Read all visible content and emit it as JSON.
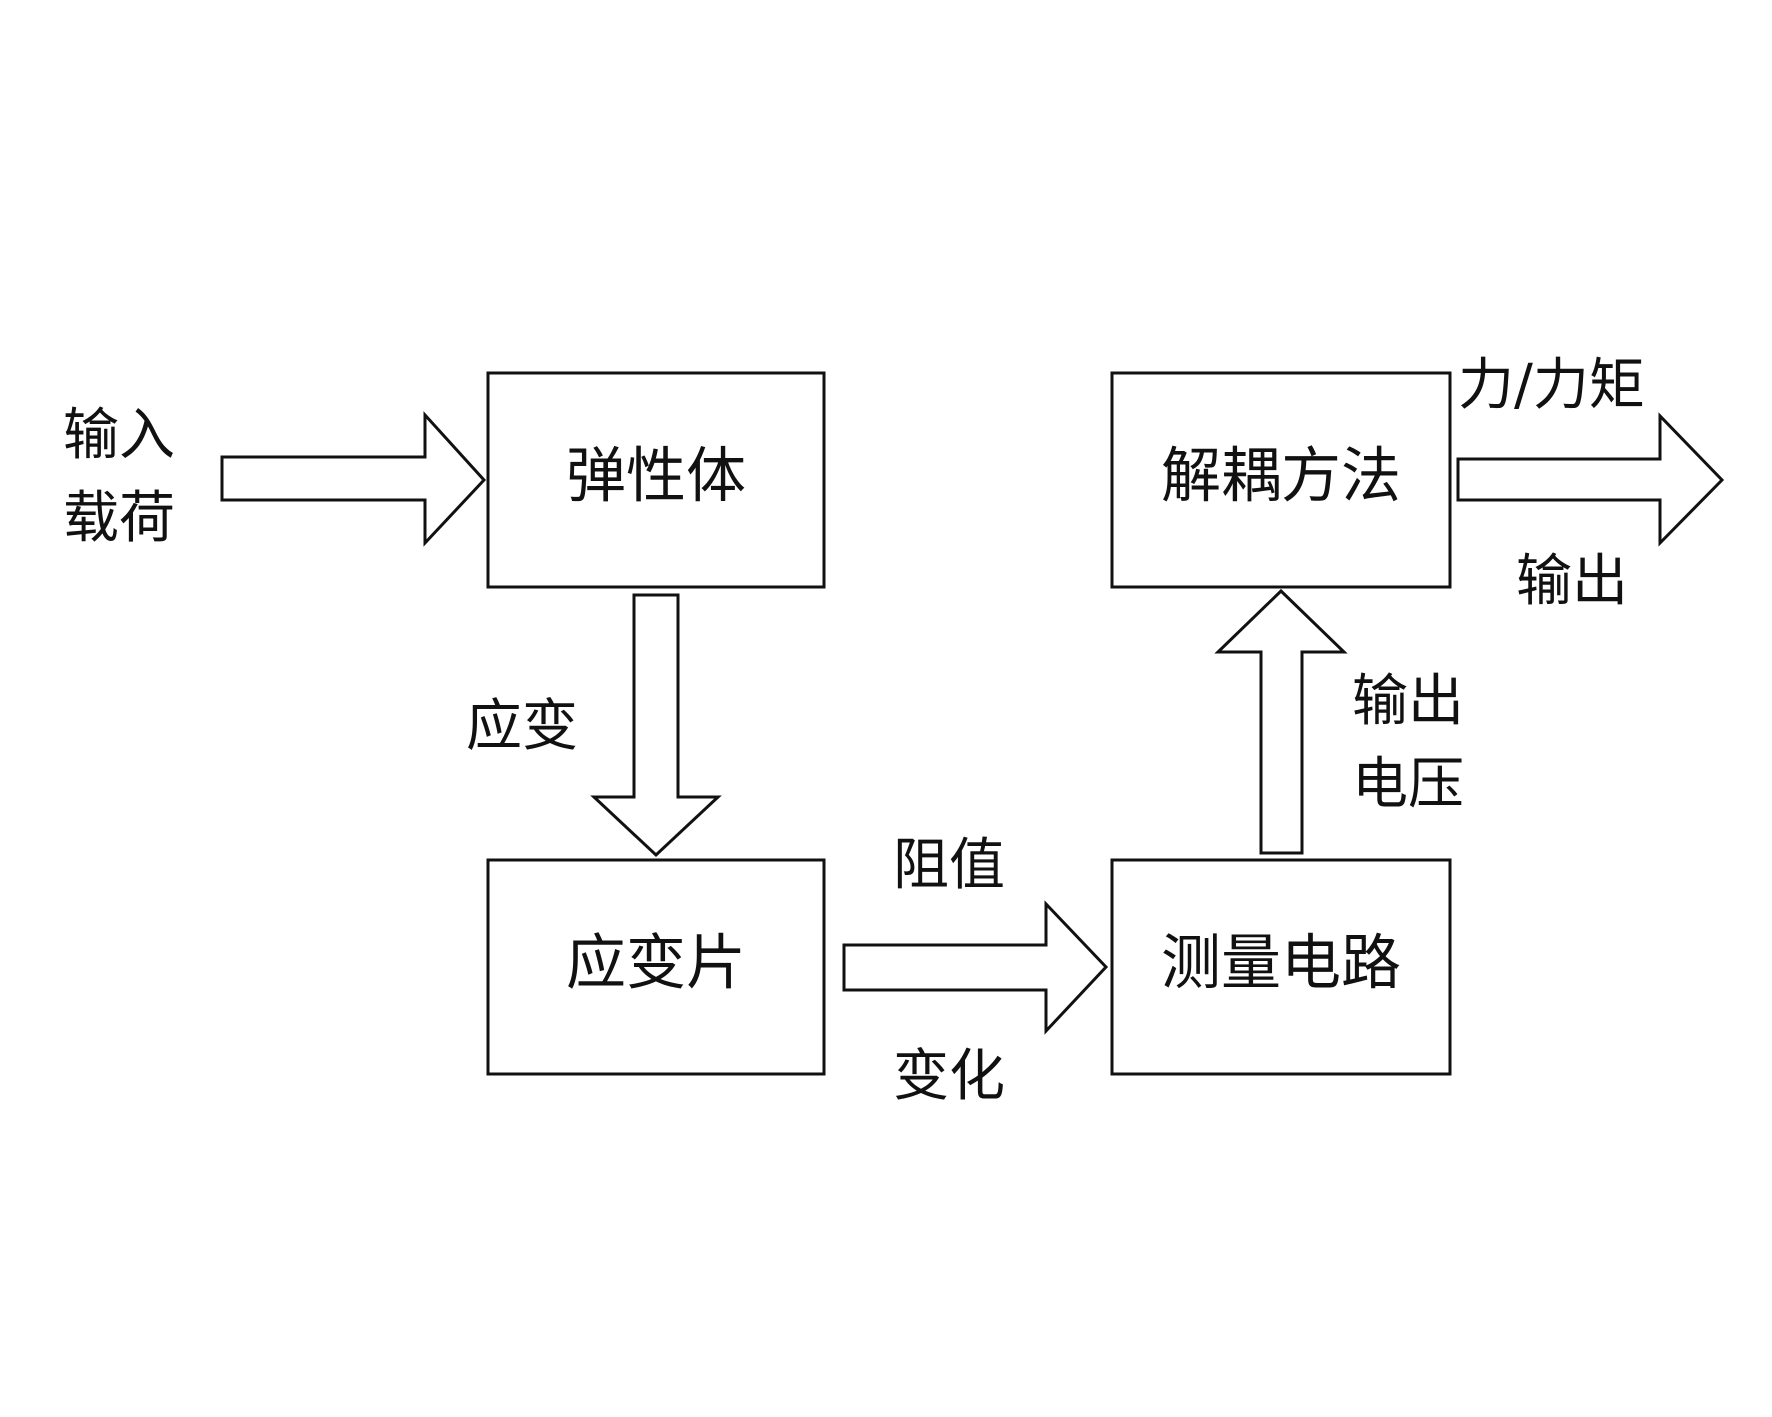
{
  "diagram": {
    "boxes": {
      "elastic_body": "弹性体",
      "strain_gauge": "应变片",
      "measurement_circuit": "测量电路",
      "decoupling_method": "解耦方法"
    },
    "labels": {
      "input_load_line1": "输入",
      "input_load_line2": "载荷",
      "strain": "应变",
      "resistance_line1": "阻值",
      "resistance_line2": "变化",
      "output_voltage_line1": "输出",
      "output_voltage_line2": "电压",
      "force_torque": "力/力矩",
      "output": "输出"
    },
    "colors": {
      "stroke": "#111111",
      "fill": "#ffffff",
      "text": "#111111"
    }
  }
}
